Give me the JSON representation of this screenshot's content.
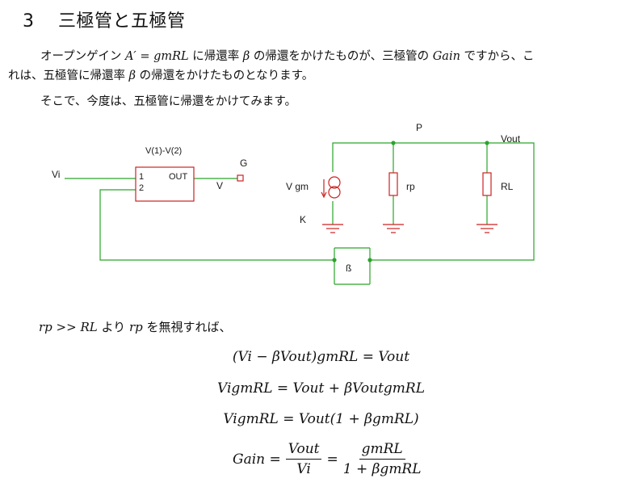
{
  "section": {
    "number": "3",
    "title": "三極管と五極管"
  },
  "paragraph1": {
    "t1": "オープンゲイン ",
    "m1": "A′ = gmRL",
    "t2": " に帰還率 ",
    "m2": "β",
    "t3": " の帰還をかけたものが、三極管の ",
    "m3": "Gain",
    "t4": " ですから、こ",
    "t5": "れは、五極管に帰還率 ",
    "m4": "β",
    "t6": " の帰還をかけたものとなります。"
  },
  "paragraph2": "そこで、今度は、五極管に帰還をかけてみます。",
  "circuit": {
    "vi_label": "Vi",
    "amp_caption": "V(1)-V(2)",
    "amp_pin1": "1",
    "amp_pin2": "2",
    "amp_out": "OUT",
    "v_label": "V",
    "g_label": "G",
    "p_label": "P",
    "vout_label": "Vout",
    "vgm_label": "V gm",
    "k_label": "K",
    "rp_label": "rp",
    "rl_label": "RL",
    "beta_label": "ß",
    "wire_color": "#2aa52a",
    "component_color": "#cc2222",
    "label_color": "#1a1a1a"
  },
  "condition": {
    "m1": "rp >> RL",
    "t1": " より ",
    "m2": "rp",
    "t2": " を無視すれば、"
  },
  "equations": {
    "eq1": "(Vi − βVout)gmRL = Vout",
    "eq2": "VigmRL = Vout + βVoutgmRL",
    "eq3": "VigmRL = Vout(1 + βgmRL)",
    "eq4_lhs": "Gain =",
    "eq4_f1_num": "Vout",
    "eq4_f1_den": "Vi",
    "eq4_eq": "=",
    "eq4_f2_num": "gmRL",
    "eq4_f2_den": "1 + βgmRL"
  }
}
